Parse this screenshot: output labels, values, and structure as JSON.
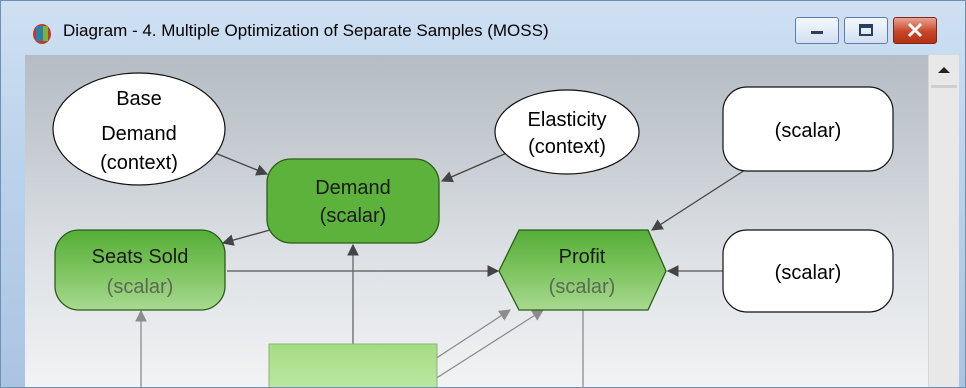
{
  "window": {
    "title": "Diagram - 4. Multiple Optimization of Separate Samples (MOSS)",
    "buttons": {
      "minimize": "minimize",
      "maximize": "maximize",
      "close": "close"
    }
  },
  "nodes": {
    "base_demand": {
      "line1": "Base",
      "line2": "Demand",
      "line3": "(context)"
    },
    "elasticity": {
      "line1": "Elasticity",
      "line2": "(context)"
    },
    "scalar_top": {
      "label": "(scalar)"
    },
    "demand": {
      "line1": "Demand",
      "line2": "(scalar)"
    },
    "seats_sold": {
      "line1": "Seats Sold",
      "line2": "(scalar)"
    },
    "profit": {
      "line1": "Profit",
      "line2": "(scalar)"
    },
    "scalar_mid": {
      "label": "(scalar)"
    }
  },
  "colors": {
    "green": "#5fb53f",
    "green_dark": "#3a7a23",
    "arrow": "#555555"
  }
}
